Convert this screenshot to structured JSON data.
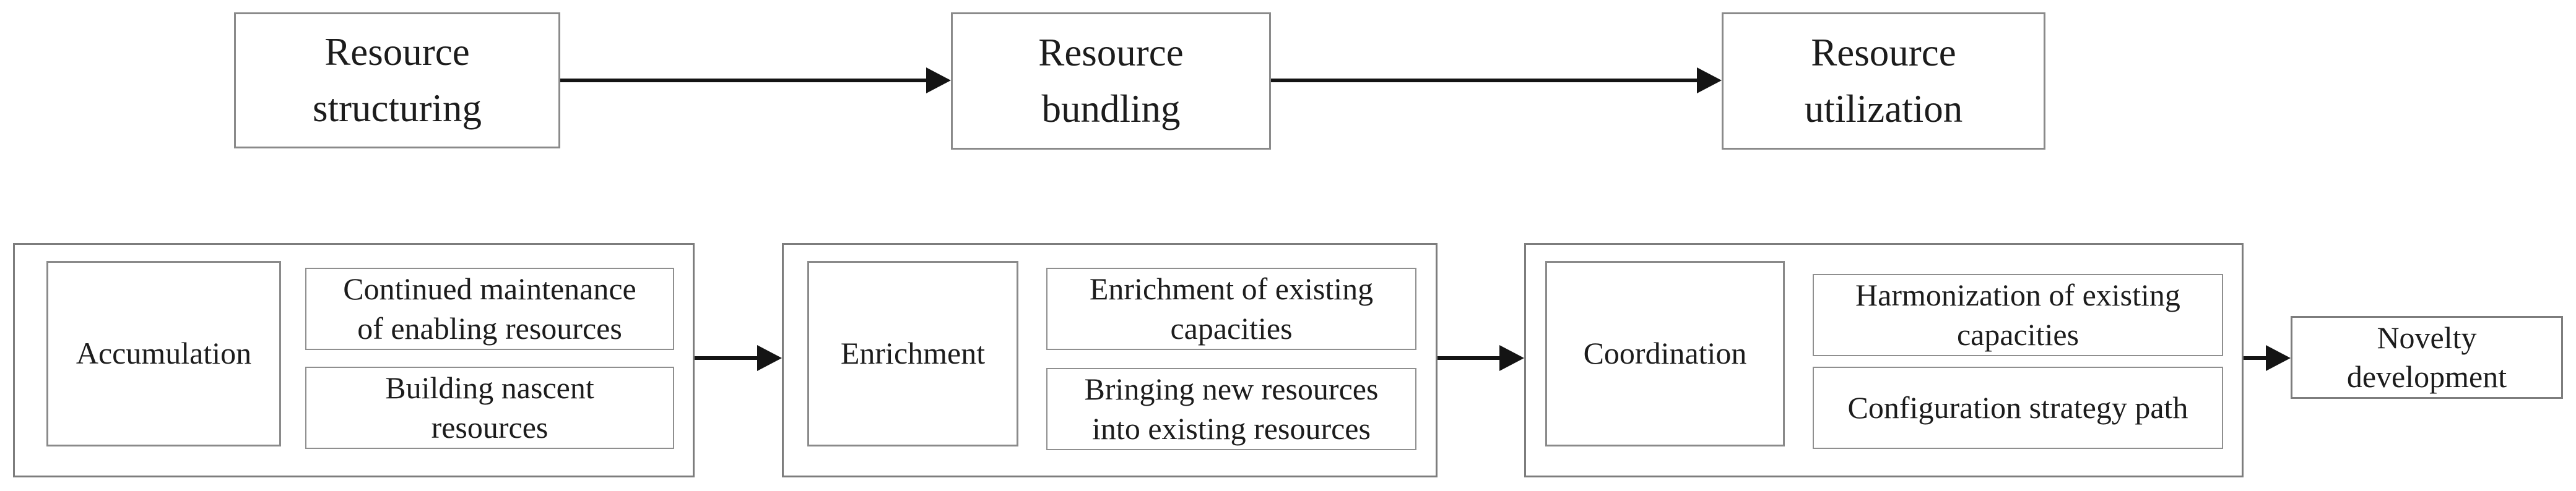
{
  "palette": {
    "background": "#ffffff",
    "box_border_gray": "#8a8a8a",
    "group_border_gray": "#7d7d7d",
    "arrow_black": "#141414",
    "text": "#1c1c1c"
  },
  "process_stages": [
    {
      "label": "Resource\nstructuring"
    },
    {
      "label": "Resource\nbundling"
    },
    {
      "label": "Resource\nutilization"
    }
  ],
  "groups": [
    {
      "category": "Accumulation",
      "practices": [
        {
          "label": "Continued maintenance\nof enabling resources"
        },
        {
          "label": "Building nascent\nresources"
        }
      ]
    },
    {
      "category": "Enrichment",
      "practices": [
        {
          "label": "Enrichment of existing\ncapacities"
        },
        {
          "label": "Bringing new resources\ninto existing resources"
        }
      ]
    },
    {
      "category": "Coordination",
      "practices": [
        {
          "label": "Harmonization of existing\ncapacities"
        },
        {
          "label": "Configuration strategy path"
        }
      ]
    }
  ],
  "outcome": {
    "label": "Novelty\ndevelopment"
  }
}
